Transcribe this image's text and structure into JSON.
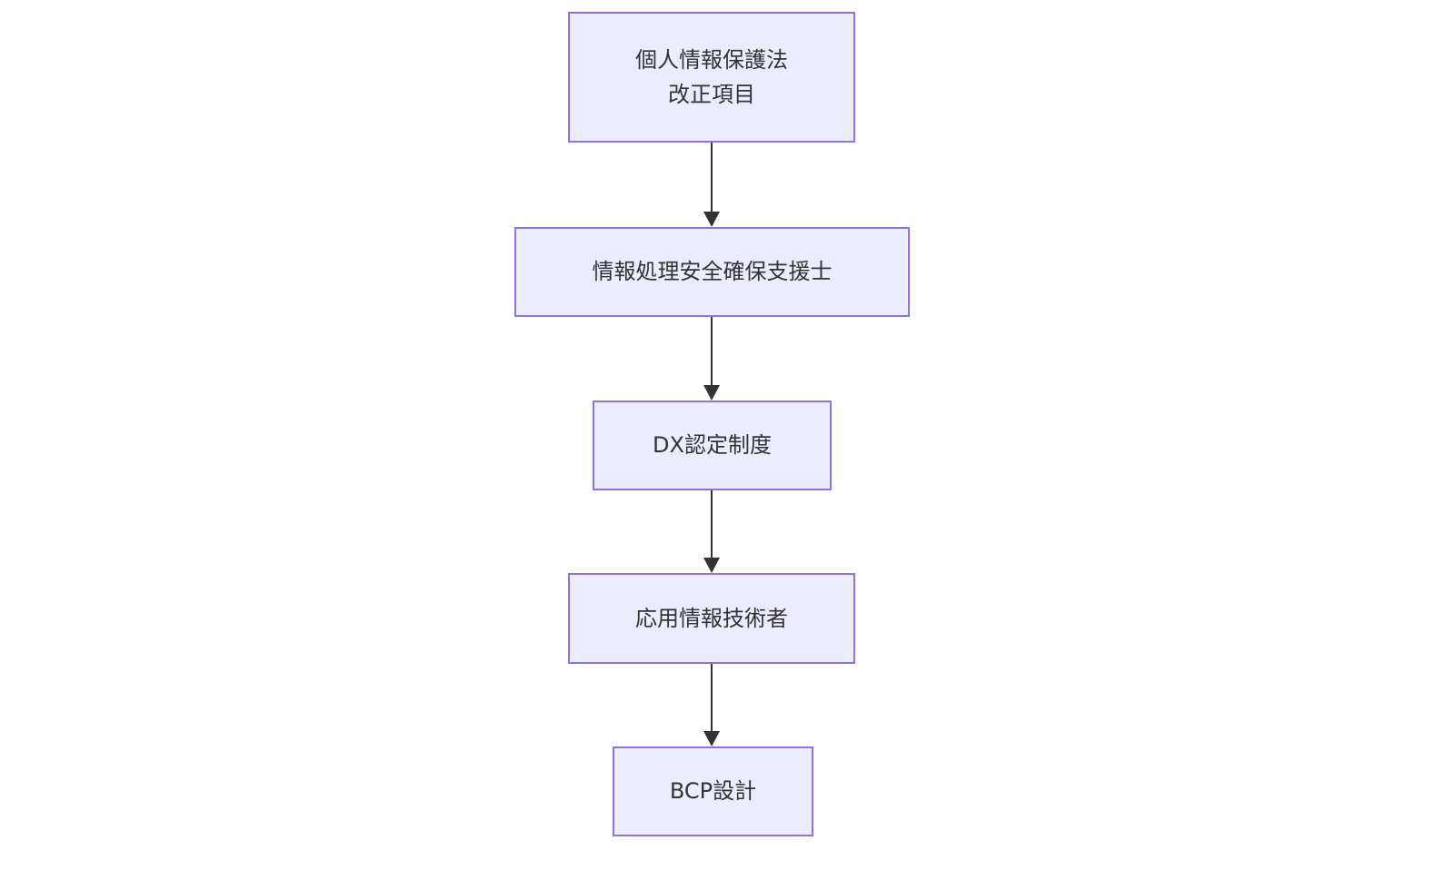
{
  "diagram": {
    "type": "flowchart",
    "direction": "top-down",
    "nodes": [
      {
        "id": "n1",
        "label": "個人情報保護法\n改正項目"
      },
      {
        "id": "n2",
        "label": "情報処理安全確保支援士"
      },
      {
        "id": "n3",
        "label": "DX認定制度"
      },
      {
        "id": "n4",
        "label": "応用情報技術者"
      },
      {
        "id": "n5",
        "label": "BCP設計"
      }
    ],
    "edges": [
      {
        "from": "n1",
        "to": "n2",
        "style": "arrow"
      },
      {
        "from": "n2",
        "to": "n3",
        "style": "arrow"
      },
      {
        "from": "n3",
        "to": "n4",
        "style": "arrow"
      },
      {
        "from": "n4",
        "to": "n5",
        "style": "arrow"
      }
    ],
    "colors": {
      "node_fill": "#ECECFF",
      "node_border": "#9370DB",
      "text": "#333333",
      "arrow": "#333333",
      "background": "#FFFFFF"
    }
  }
}
